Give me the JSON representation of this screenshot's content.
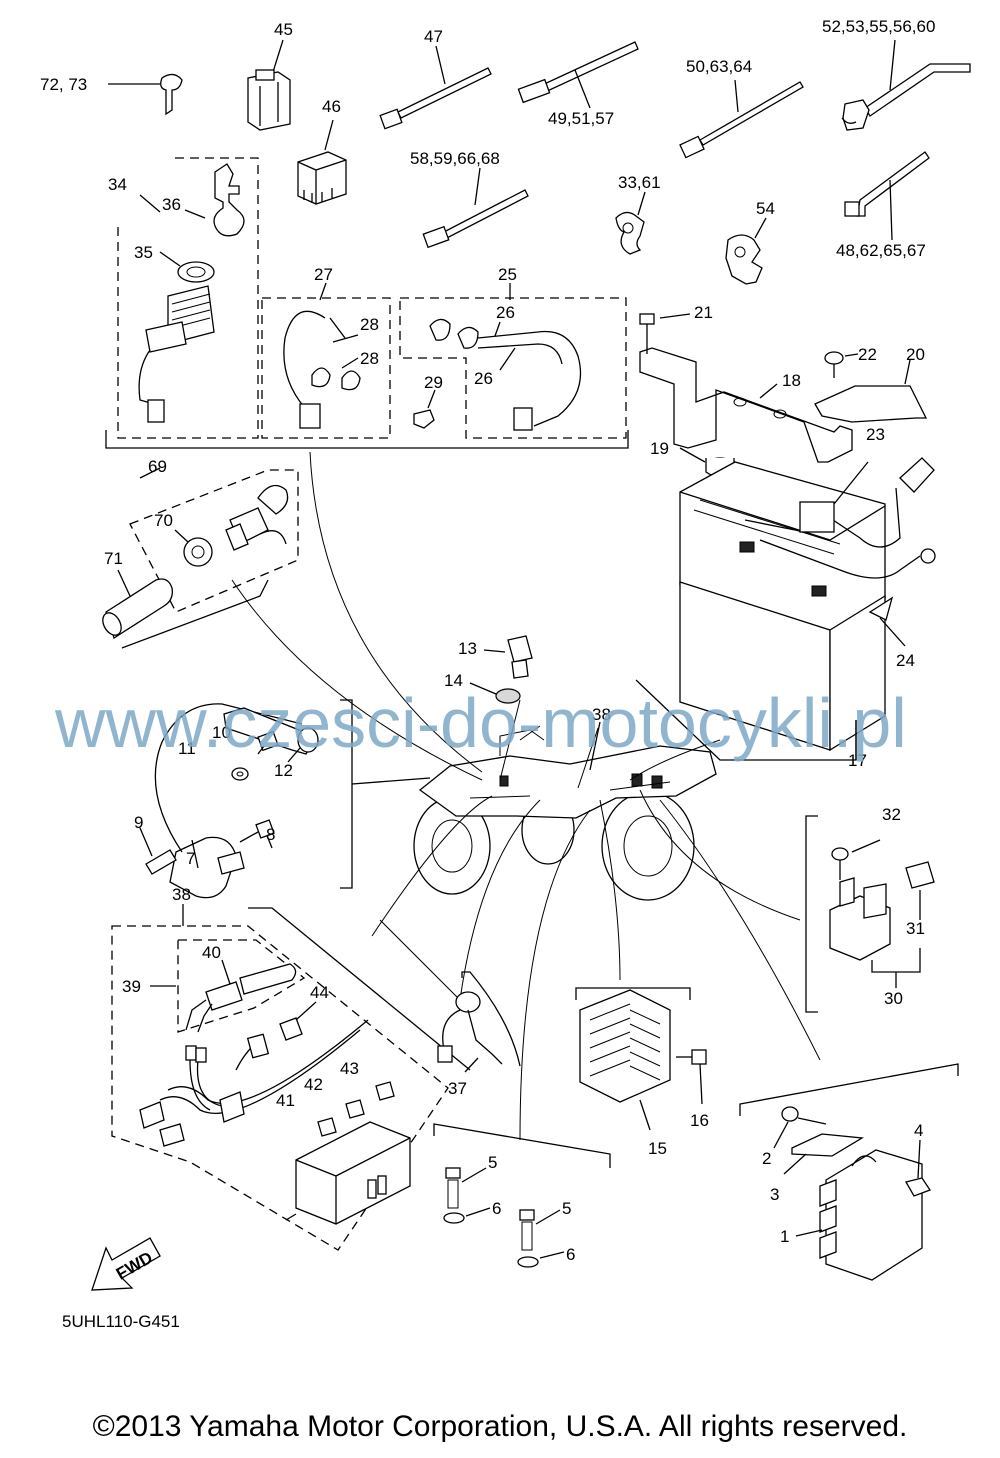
{
  "watermark": "www.czesci-do-motocykli.pl",
  "diagram_code": "5UHL110-G451",
  "copyright": "©2013 Yamaha Motor Corporation, U.S.A. All rights reserved.",
  "fwd_label": "FWD",
  "callouts": {
    "c1": "1",
    "c2": "2",
    "c3": "3",
    "c4": "4",
    "c5a": "5",
    "c5b": "5",
    "c6a": "6",
    "c6b": "6",
    "c7": "7",
    "c8": "8",
    "c9": "9",
    "c10": "10",
    "c11": "11",
    "c12": "12",
    "c13": "13",
    "c14": "14",
    "c15": "15",
    "c16": "16",
    "c17": "17",
    "c18": "18",
    "c19": "19",
    "c20": "20",
    "c21": "21",
    "c22": "22",
    "c23": "23",
    "c24": "24",
    "c25": "25",
    "c26a": "26",
    "c26b": "26",
    "c27": "27",
    "c28a": "28",
    "c28b": "28",
    "c29": "29",
    "c30": "30",
    "c31": "31",
    "c32": "32",
    "c3361": "33,61",
    "c34": "34",
    "c35": "35",
    "c36": "36",
    "c37": "37",
    "c38a": "38",
    "c38b": "38",
    "c39": "39",
    "c40": "40",
    "c41": "41",
    "c42": "42",
    "c43": "43",
    "c44": "44",
    "c45": "45",
    "c46": "46",
    "c47": "47",
    "c48": "48,62,65,67",
    "c49": "49,51,57",
    "c50": "50,63,64",
    "c52": "52,53,55,56,60",
    "c54": "54",
    "c58": "58,59,66,68",
    "c69": "69",
    "c70": "70",
    "c71": "71",
    "c7273": "72, 73"
  }
}
